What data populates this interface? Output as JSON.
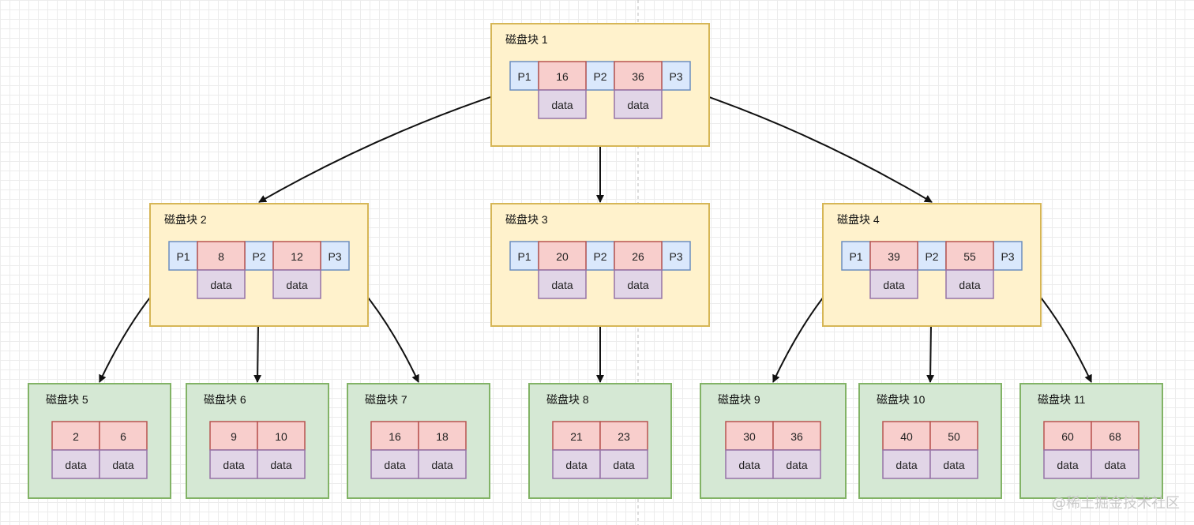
{
  "colors": {
    "internal_fill": "#fff2cc",
    "internal_stroke": "#d6b656",
    "leaf_fill": "#d5e8d4",
    "leaf_stroke": "#82b366",
    "pointer_fill": "#dae8fc",
    "pointer_stroke": "#6c8ebf",
    "key_fill": "#f8cecc",
    "key_stroke": "#b85450",
    "data_fill": "#e1d5e7",
    "data_stroke": "#9673a6",
    "arrow": "#111111"
  },
  "cell_data_label": "data",
  "pointer_labels": [
    "P1",
    "P2",
    "P3"
  ],
  "internal_blocks": [
    {
      "title": "磁盘块 1",
      "keys": [
        "16",
        "36"
      ]
    },
    {
      "title": "磁盘块 2",
      "keys": [
        "8",
        "12"
      ]
    },
    {
      "title": "磁盘块 3",
      "keys": [
        "20",
        "26"
      ]
    },
    {
      "title": "磁盘块 4",
      "keys": [
        "39",
        "55"
      ]
    }
  ],
  "leaf_blocks": [
    {
      "title": "磁盘块 5",
      "keys": [
        "2",
        "6"
      ]
    },
    {
      "title": "磁盘块 6",
      "keys": [
        "9",
        "10"
      ]
    },
    {
      "title": "磁盘块 7",
      "keys": [
        "16",
        "18"
      ]
    },
    {
      "title": "磁盘块 8",
      "keys": [
        "21",
        "23"
      ]
    },
    {
      "title": "磁盘块 9",
      "keys": [
        "30",
        "36"
      ]
    },
    {
      "title": "磁盘块 10",
      "keys": [
        "40",
        "50"
      ]
    },
    {
      "title": "磁盘块 11",
      "keys": [
        "60",
        "68"
      ]
    }
  ],
  "edges": [
    {
      "from": "磁盘块 1",
      "pointer": "P1",
      "to": "磁盘块 2"
    },
    {
      "from": "磁盘块 1",
      "pointer": "P2",
      "to": "磁盘块 3"
    },
    {
      "from": "磁盘块 1",
      "pointer": "P3",
      "to": "磁盘块 4"
    },
    {
      "from": "磁盘块 2",
      "pointer": "P1",
      "to": "磁盘块 5"
    },
    {
      "from": "磁盘块 2",
      "pointer": "P2",
      "to": "磁盘块 6"
    },
    {
      "from": "磁盘块 2",
      "pointer": "P3",
      "to": "磁盘块 7"
    },
    {
      "from": "磁盘块 3",
      "pointer": "P2",
      "to": "磁盘块 8"
    },
    {
      "from": "磁盘块 4",
      "pointer": "P1",
      "to": "磁盘块 9"
    },
    {
      "from": "磁盘块 4",
      "pointer": "P2",
      "to": "磁盘块 10"
    },
    {
      "from": "磁盘块 4",
      "pointer": "P3",
      "to": "磁盘块 11"
    }
  ],
  "watermark": "@稀土掘金技术社区"
}
